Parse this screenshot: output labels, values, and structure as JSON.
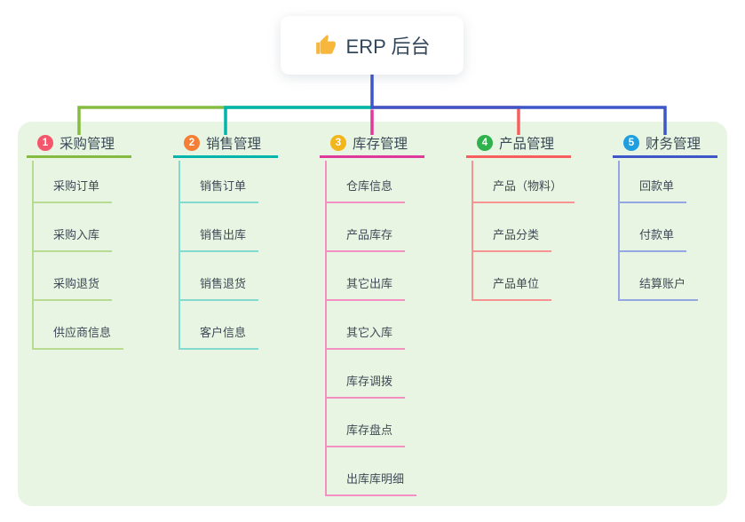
{
  "root": {
    "label": "ERP 后台",
    "icon": "thumbs-up-icon",
    "icon_color": "#f6b73c",
    "connector_color": "#3e57c8"
  },
  "canvas": {
    "panel_color": "#e7f5e2",
    "background": "#ffffff",
    "text_color": "#3b4a57"
  },
  "branches": [
    {
      "number": "1",
      "label": "采购管理",
      "badge_color": "#f4566b",
      "line_color": "#85bb41",
      "child_line_color": "#b7db90",
      "children": [
        "采购订单",
        "采购入库",
        "采购退货",
        "供应商信息"
      ]
    },
    {
      "number": "2",
      "label": "销售管理",
      "badge_color": "#f57f35",
      "line_color": "#00b6ac",
      "child_line_color": "#82dacf",
      "children": [
        "销售订单",
        "销售出库",
        "销售退货",
        "客户信息"
      ]
    },
    {
      "number": "3",
      "label": "库存管理",
      "badge_color": "#f3b51c",
      "line_color": "#e0399c",
      "child_line_color": "#f48fc4",
      "children": [
        "仓库信息",
        "产品库存",
        "其它出库",
        "其它入库",
        "库存调拨",
        "库存盘点",
        "出库库明细"
      ]
    },
    {
      "number": "4",
      "label": "产品管理",
      "badge_color": "#2fb24c",
      "line_color": "#f75f5f",
      "child_line_color": "#f89393",
      "children": [
        "产品（物料）",
        "产品分类",
        "产品单位"
      ]
    },
    {
      "number": "5",
      "label": "财务管理",
      "badge_color": "#1f9fe0",
      "line_color": "#3e57c8",
      "child_line_color": "#94a7e2",
      "children": [
        "回款单",
        "付款单",
        "结算账户"
      ]
    }
  ]
}
